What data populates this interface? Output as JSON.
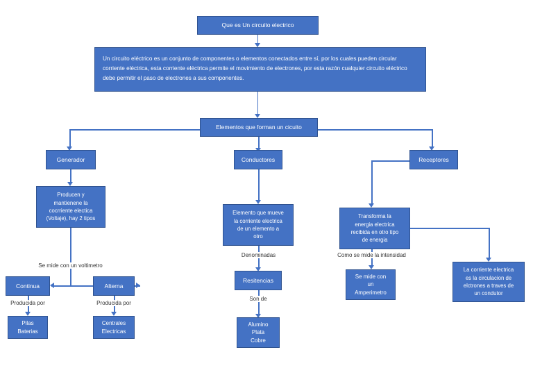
{
  "diagram": {
    "type": "concept-map",
    "accent_color": "#4472C4",
    "border_color": "#2F528F",
    "text_color": "#FFFFFF",
    "caption_color": "#333333",
    "background": "#FFFFFF",
    "title": "Que es Un circuito electrico",
    "intro": "Un circuito eléctrico es un conjunto de componentes o elementos conectados entre sí, por los cuales pueden circular corriente eléctrica, esta corriente eléctrica permite el movimiento de electrones, por esta razón cualquier circuito eléctrico debe permitir el paso de electrones a sus componentes.",
    "center": "Elementos que forman un cicuito",
    "branches": {
      "generador": {
        "label": "Generador",
        "detail": "Producen y\nmantienene la\ncocrriente electica\n(Voltaje), hay 2 tipos",
        "measure_caption": "Se mide con un voltimetro",
        "types": [
          {
            "label": "Continua",
            "produced_caption": "Producida por",
            "source": "Pilas\nBaterias"
          },
          {
            "label": "Alterna",
            "produced_caption": "Producida por",
            "source": "Centrales\nElectricas"
          }
        ]
      },
      "conductores": {
        "label": "Conductores",
        "detail": "Elemento que mueve\nla corriente electrica\nde un elemento a\notro",
        "denominadas_caption": "Denominadas",
        "resistencias": "Resitencias",
        "son_de_caption": "Son de",
        "materiales": "Alumino\nPlata\nCobre"
      },
      "receptores": {
        "label": "Receptores",
        "detail": "Transforma la\nenergia electrica\nrecibida en otro tipo\nde energia",
        "intensity_caption": "Como se mide la intensidad",
        "amperimetro": "Se mide con\nun\nAmperimetro",
        "definition": "La corriente electrica\nes la circulacion de\nelctrones a traves de\nun condutor"
      }
    }
  }
}
